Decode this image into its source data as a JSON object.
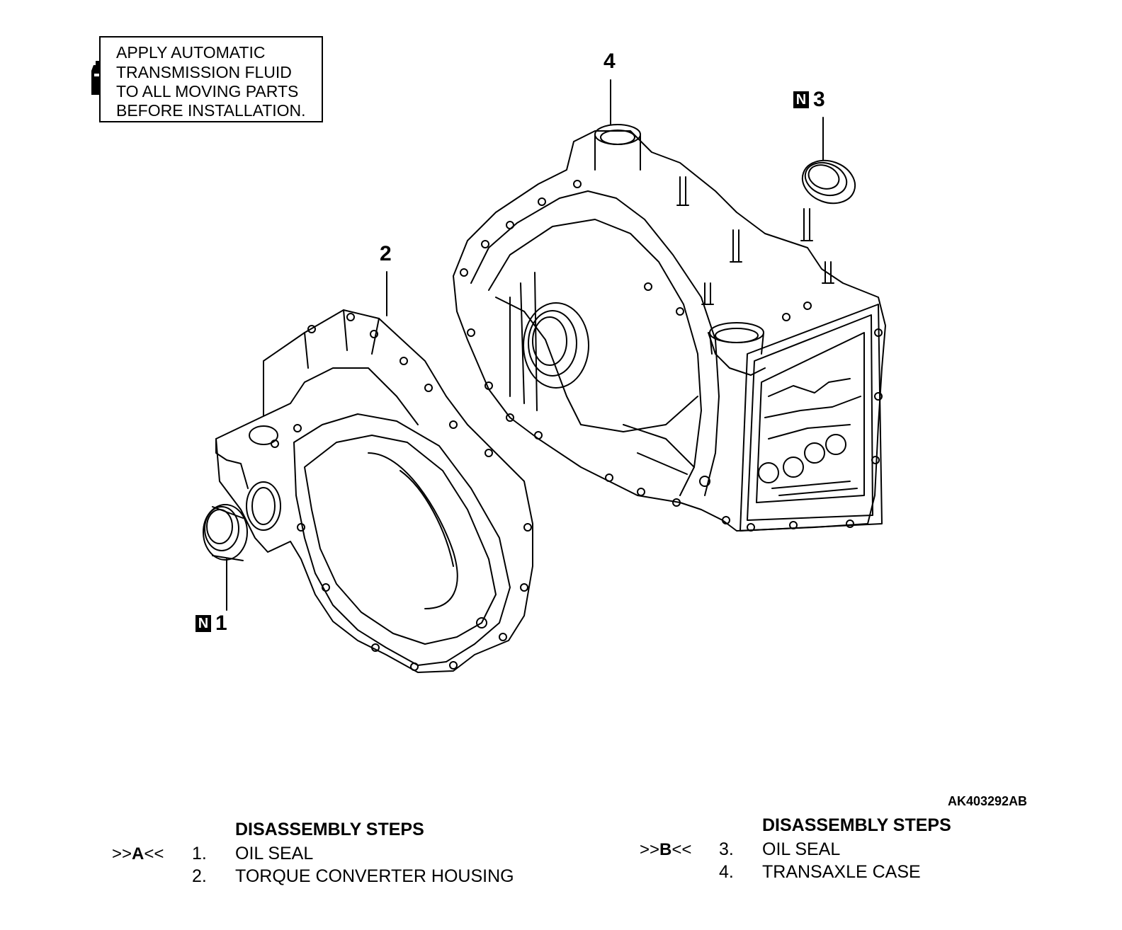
{
  "note": {
    "lines": [
      "APPLY AUTOMATIC",
      "TRANSMISSION FLUID",
      "TO ALL MOVING PARTS",
      "BEFORE INSTALLATION."
    ]
  },
  "callouts": [
    {
      "label": "1",
      "badge": "N"
    },
    {
      "label": "2",
      "badge": ""
    },
    {
      "label": "3",
      "badge": "N"
    },
    {
      "label": "4",
      "badge": ""
    }
  ],
  "figure_id": "AK403292AB",
  "steps_left": {
    "title": "DISASSEMBLY STEPS",
    "marker_pre": ">>",
    "marker_letter": "A",
    "marker_post": "<<",
    "items": [
      {
        "num": "1.",
        "label": "OIL SEAL"
      },
      {
        "num": "2.",
        "label": "TORQUE CONVERTER HOUSING"
      }
    ]
  },
  "steps_right": {
    "title": "DISASSEMBLY STEPS",
    "marker_pre": ">>",
    "marker_letter": "B",
    "marker_post": "<<",
    "items": [
      {
        "num": "3.",
        "label": "OIL SEAL"
      },
      {
        "num": "4.",
        "label": "TRANSAXLE CASE"
      }
    ]
  }
}
